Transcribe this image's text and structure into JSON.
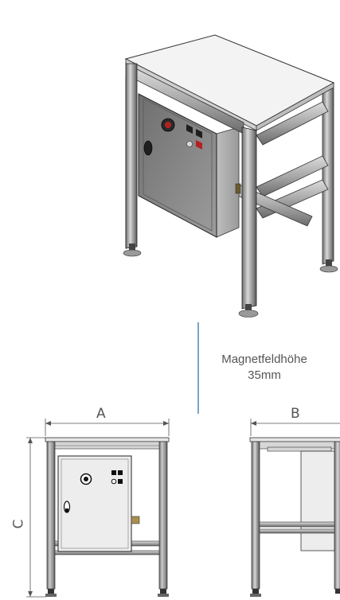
{
  "caption": {
    "line1": "Magnetfeldhöhe",
    "line2": "35mm"
  },
  "dimensions": {
    "width_label": "A",
    "depth_label": "B",
    "height_label": "C"
  },
  "colors": {
    "accent_line": "#3a73a8",
    "frame_dark": "#3d3d3d",
    "frame_light": "#b9b9b9",
    "top_surface": "#f1f1f1",
    "cabinet": "#8a8a8a",
    "emergency_button": "#b22222",
    "dimension_text": "#555555"
  }
}
